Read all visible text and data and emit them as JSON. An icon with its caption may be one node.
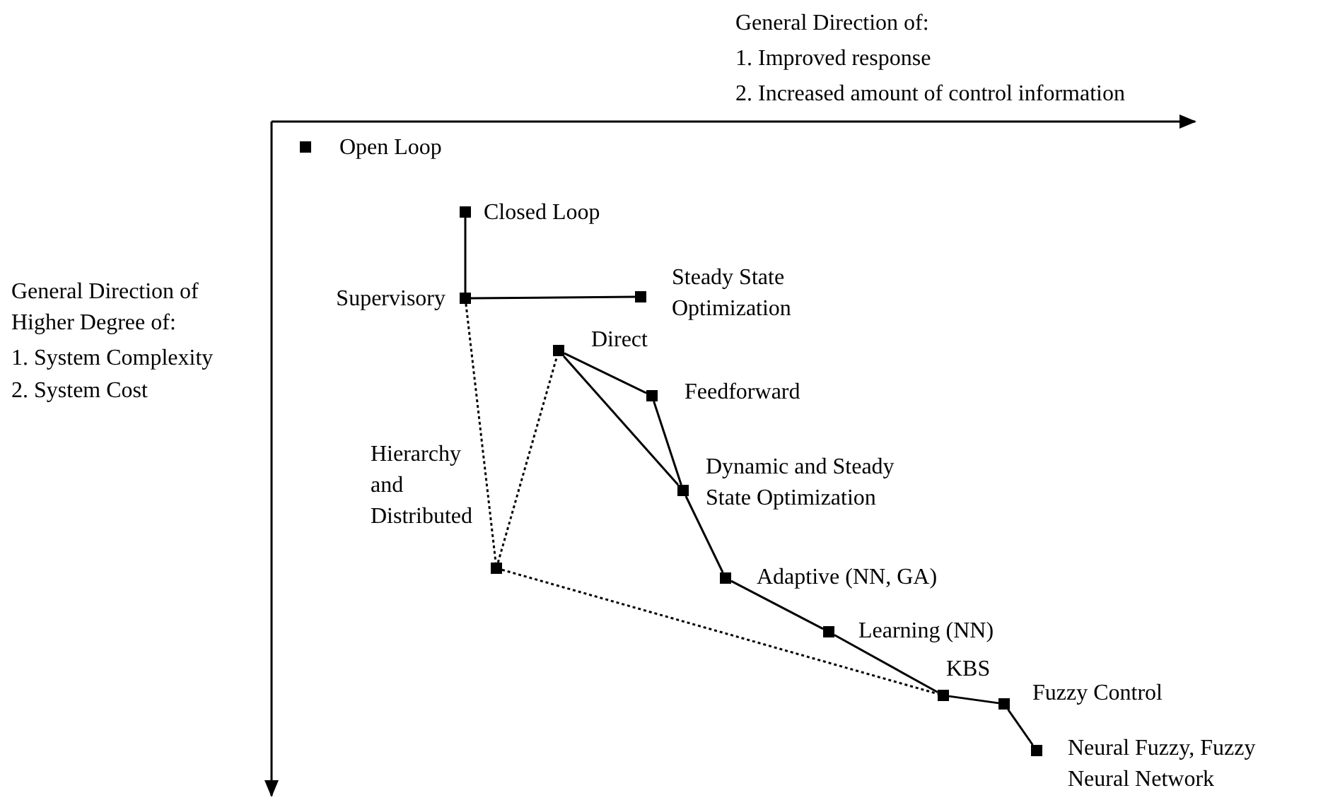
{
  "diagram": {
    "nodes": [
      {
        "text": [],
        "shape": "box",
        "beside": [
          "Open Loop"
        ]
      },
      {
        "text": [],
        "shape": "box",
        "beside": [
          "Closed Loop"
        ]
      },
      {
        "text": [],
        "shape": "box",
        "beside": [
          "Supervisory"
        ]
      },
      {
        "text": [],
        "shape": "box",
        "beside": [
          "Steady State Optimization"
        ]
      },
      {
        "text": [],
        "shape": "box",
        "beside": [
          "Direct"
        ]
      },
      {
        "text": [],
        "shape": "box",
        "beside": [
          "Feedforward"
        ]
      },
      {
        "text": [],
        "shape": "box",
        "beside": [
          "Dynamic and Steady State Optimization"
        ]
      },
      {
        "text": [],
        "shape": "box",
        "beside": [
          "Hierarchy and Distributed"
        ]
      },
      {
        "text": [],
        "shape": "box",
        "beside": [
          "Adaptive (NN, GA)"
        ]
      },
      {
        "text": [],
        "shape": "box",
        "beside": [
          "Learning (NN)"
        ]
      },
      {
        "text": [],
        "shape": "box",
        "beside": [
          "KBS"
        ]
      },
      {
        "text": [],
        "shape": "box",
        "beside": [
          "Fuzzy Control"
        ]
      },
      {
        "text": [],
        "shape": "box",
        "beside": [
          "Neural Fuzzy, Fuzzy Neural Network"
        ]
      }
    ],
    "edges": [
      {
        "from": 1,
        "to": 2,
        "arrow": "none"
      },
      {
        "from": 2,
        "to": 3,
        "arrow": "none"
      },
      {
        "from": 2,
        "to": 7,
        "arrow": "none",
        "style": "dashed"
      },
      {
        "from": 7,
        "to": 4,
        "arrow": "none",
        "style": "dashed"
      },
      {
        "from": 4,
        "to": 5,
        "arrow": "none"
      },
      {
        "from": 5,
        "to": 6,
        "arrow": "none"
      },
      {
        "from": 4,
        "to": 6,
        "arrow": "none"
      },
      {
        "from": 6,
        "to": 8,
        "arrow": "none"
      },
      {
        "from": 8,
        "to": 9,
        "arrow": "none"
      },
      {
        "from": 9,
        "to": 10,
        "arrow": "none"
      },
      {
        "from": 7,
        "to": 10,
        "arrow": "none",
        "style": "dashed"
      },
      {
        "from": 10,
        "to": 11,
        "arrow": "none"
      },
      {
        "from": 11,
        "to": 12,
        "arrow": "none"
      }
    ],
    "labels": [
      "General Direction of:",
      "1. Improved response",
      "2. Increased amount of control information",
      "General Direction of Higher Degree of:",
      "1. System Complexity",
      "2. System Cost"
    ]
  }
}
